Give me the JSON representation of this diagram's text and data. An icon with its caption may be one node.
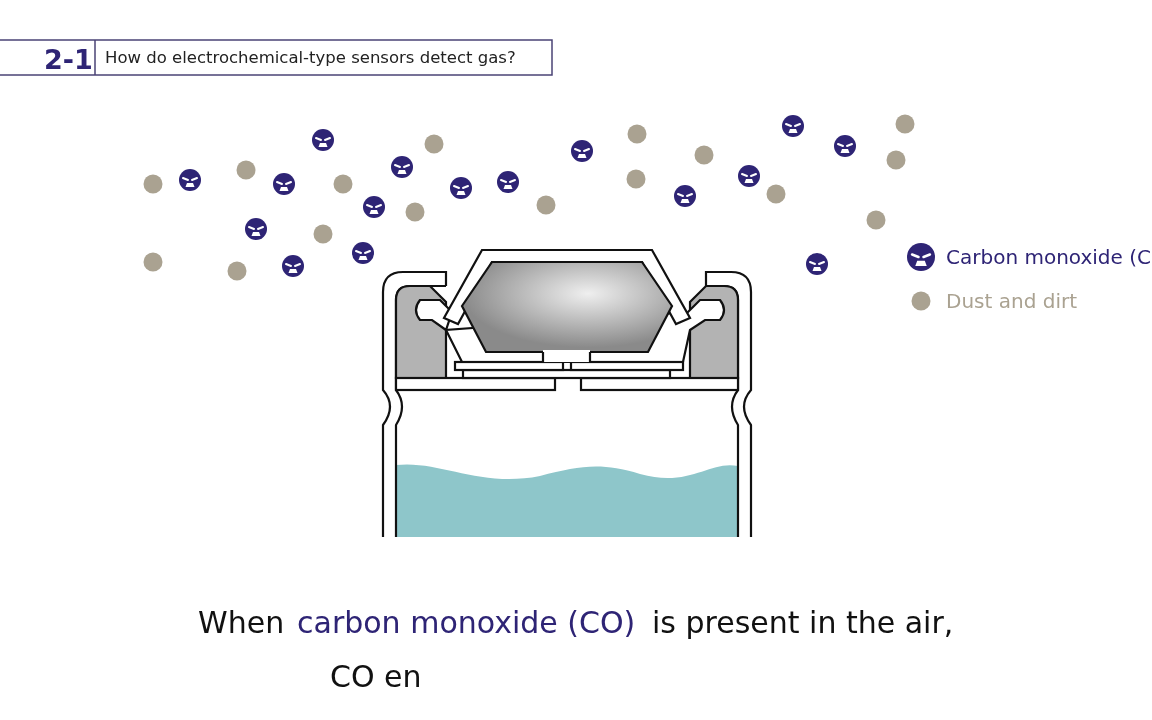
{
  "diagram": {
    "title": "How do electrochemical-type sensors detect gas?",
    "labels": [
      "2-1",
      "When",
      "carbon monoxide (CO)",
      "is present in the air,",
      "CO en"
    ],
    "legend": [
      {
        "text": "Carbon monoxide (C"
      },
      {
        "text": "Dust and dirt",
        "color": "#aaa291"
      }
    ]
  }
}
